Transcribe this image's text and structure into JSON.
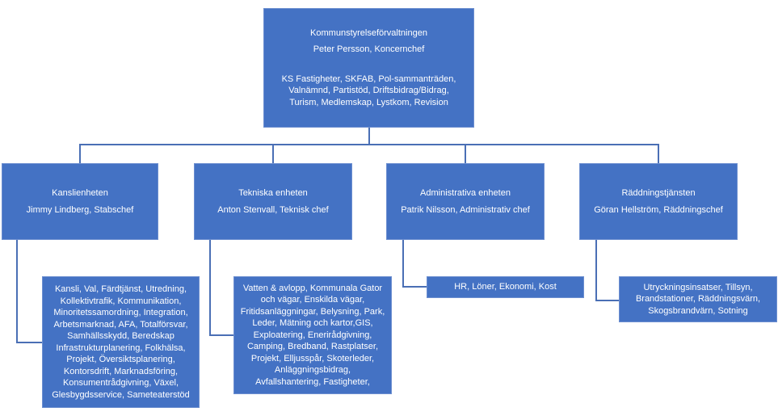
{
  "root": {
    "title": "Kommunstyrelseförvaltningen",
    "manager": "Peter Persson, Koncernchef",
    "responsibilities": "KS Fastigheter, SKFAB, Pol-sammanträden,\nValnämnd, Partistöd, Driftsbidrag/Bidrag,\nTurism, Medlemskap, Lystkom, Revision"
  },
  "units": [
    {
      "title": "Kanslienheten",
      "manager": "Jimmy Lindberg, Stabschef",
      "responsibilities": "Kansli, Val, Färdtjänst, Utredning,\nKollektivtrafik, Kommunikation,\nMinoritetssamordning, Integration,\nArbetsmarknad, AFA, Totalförsvar,\nSamhällsskydd, Beredskap\nInfrastrukturplanering, Folkhälsa,\nProjekt, Översiktsplanering,\nKontorsdrift, Marknadsföring,\nKonsumentrådgivning, Växel,\nGlesbygdsservice, Sameteaterstöd"
    },
    {
      "title": "Tekniska enheten",
      "manager": "Anton Stenvall, Teknisk chef",
      "responsibilities": "Vatten & avlopp, Kommunala Gator\noch vägar, Enskilda vägar,\nFritidsanläggningar, Belysning, Park,\nLeder, Mätning och kartor,GIS,\nExploatering, Enerirådgivning,\nCamping, Bredband, Rastplatser,\nProjekt, Elljusspår, Skoterleder,\nAnläggningsbidrag,\nAvfallshantering, Fastigheter,"
    },
    {
      "title": "Administrativa enheten",
      "manager": "Patrik Nilsson, Administrativ chef",
      "responsibilities": "HR, Löner, Ekonomi, Kost"
    },
    {
      "title": "Räddningstjänsten",
      "manager": "Göran Hellström, Räddningschef",
      "responsibilities": "Utryckningsinsatser, Tillsyn,\nBrandstationer, Räddningsvärn,\nSkogsbrandvärn, Sotning"
    }
  ]
}
